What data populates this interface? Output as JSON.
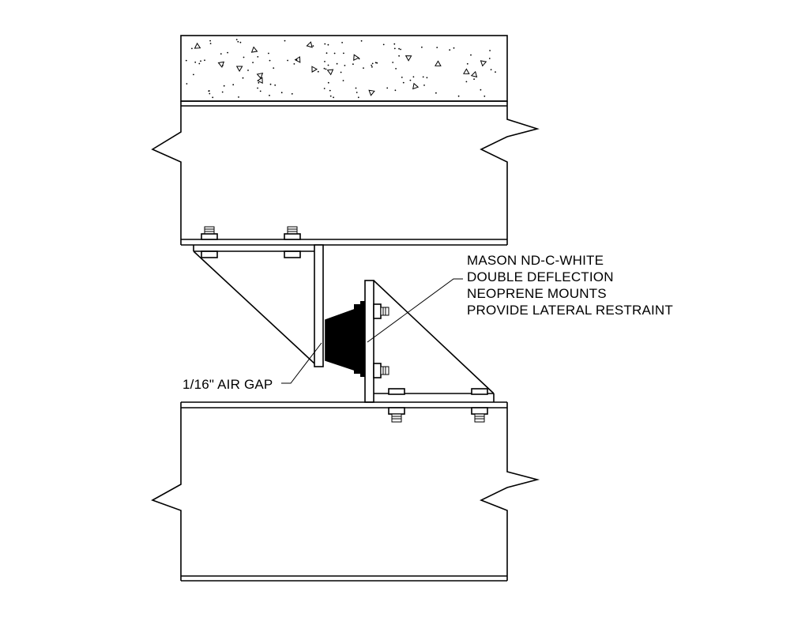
{
  "callouts": {
    "mason_lines": [
      "MASON ND-C-WHITE",
      "DOUBLE DEFLECTION",
      "NEOPRENE MOUNTS",
      "PROVIDE LATERAL RESTRAINT"
    ],
    "air_gap": "1/16\" AIR GAP"
  },
  "colors": {
    "line": "#000000",
    "background": "#ffffff",
    "mount": "#000000"
  }
}
